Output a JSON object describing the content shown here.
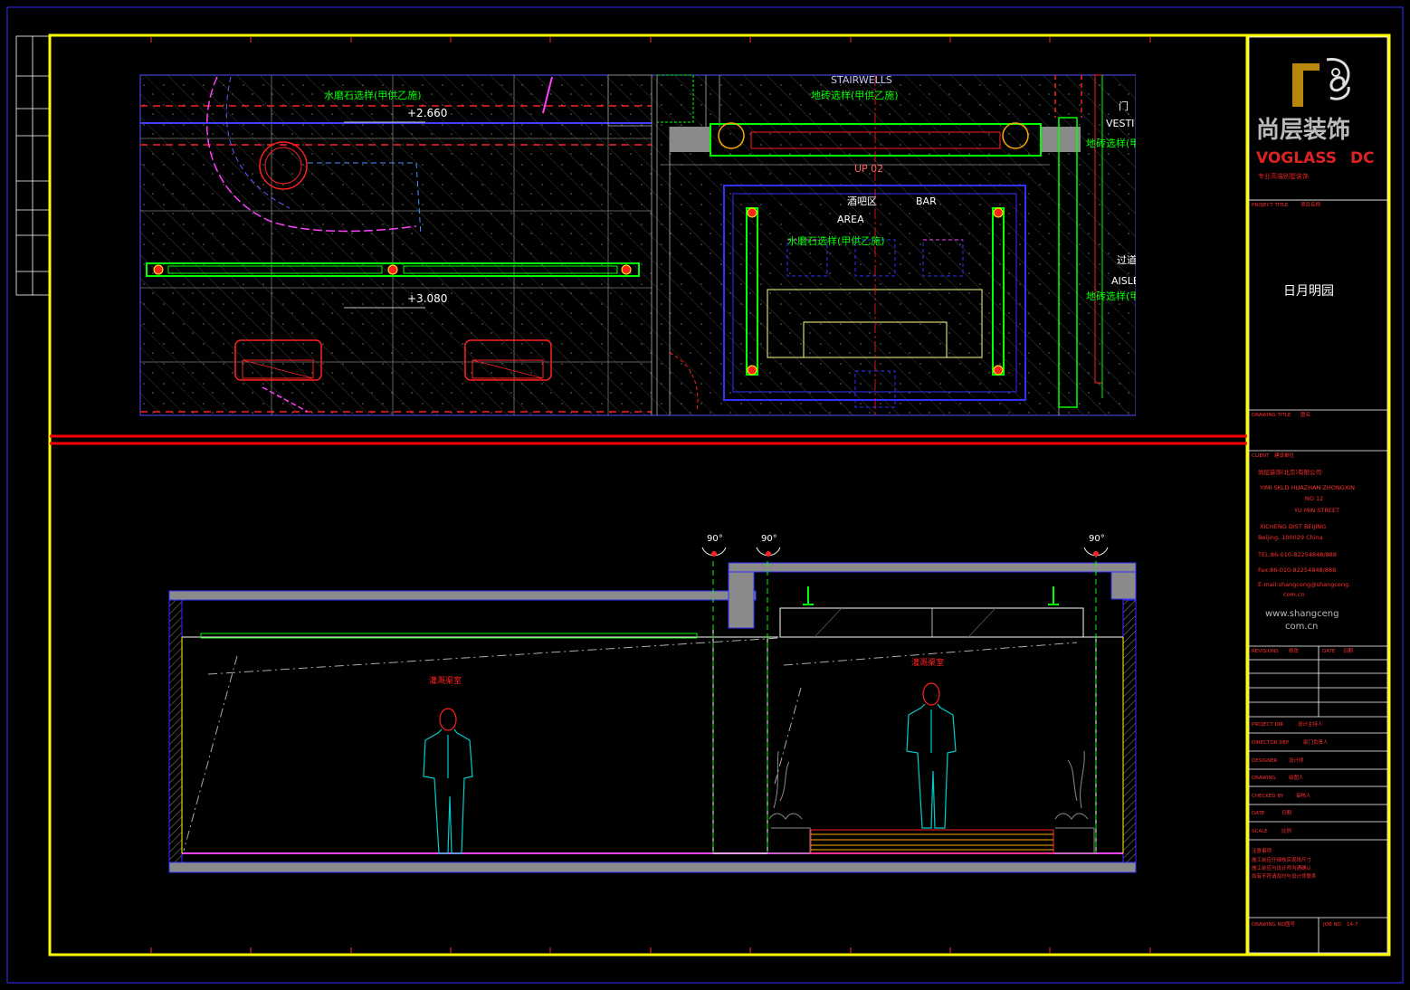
{
  "plan": {
    "stairwells": "STAIRWELLS",
    "stair_note": "地砖选样(甲供乙施)",
    "terrazzo_note_top": "水磨石选样(甲供乙施)",
    "level_1": "+2.660",
    "level_2": "+3.080",
    "up": "UP 02",
    "bar_cn": "酒吧区",
    "bar": "BAR",
    "area": "AREA",
    "terrazzo_note_bar": "水磨石选样(甲供乙施)",
    "vest_cn": "门",
    "vest": "VESTI",
    "vest_note": "地砖选样(甲",
    "aisle_cn": "过道",
    "aisle": "AISLE",
    "aisle_note": "地砖选样(甲供乙施"
  },
  "section": {
    "angles": [
      "90°",
      "90°",
      "90°"
    ],
    "label_1": "灌溉渠室",
    "label_2": "灌溉渠室"
  },
  "title_block": {
    "company_cn": "尚层装饰",
    "company_en": "VOGLASS",
    "company_dc": "DC",
    "slogan": "专业高端别墅装饰",
    "project_title_label": "PROJECT TITLE",
    "project_title_value": "项目名称",
    "project_name": "日月明园",
    "drawing_title_label": "DRAWING TITLE",
    "drawing_title_value": "图名",
    "client_label": "CLIENT",
    "client_value": "建设单位",
    "address": [
      "尚层装饰(北京)有限公司",
      "YIMI SKLD HUAZHAN ZHONGXIN",
      "NO 12",
      "YU MIN  STREET",
      "XICHENG  DIST BEIJING",
      "Beijing, 100029 China",
      "TEL:86-010-82254848/888",
      "Fax:86-010-82254848/888",
      "E-mail:shangceng@shangceng.",
      "com.cn"
    ],
    "website_1": "www.shangceng",
    "website_2": "com.cn",
    "revisions_label": "REVISIONS",
    "revisions_value": "修改",
    "date_label": "DATE",
    "date_value": "日期",
    "rows": [
      {
        "label": "PROJECT DIR",
        "value": "设计主持人"
      },
      {
        "label": "DIRECTOR DEP",
        "value": "部门负责人"
      },
      {
        "label": "DESIGNER",
        "value": "设计师"
      },
      {
        "label": "DRAWING",
        "value": "绘图人"
      },
      {
        "label": "CHECKED BY",
        "value": "审核人"
      },
      {
        "label": "DATE",
        "value": "日期"
      },
      {
        "label": "SCALE",
        "value": "比例"
      }
    ],
    "notes": [
      "注意事项",
      "施工前应仔细核实现场尺寸",
      "施工前应与设计师沟通确认",
      "如有不符请及时与设计师联系"
    ],
    "drawing_no_label": "DRAWING NO",
    "drawing_no_value": "图号",
    "job_no_label": "JOB NO",
    "job_no_value": "14-7"
  },
  "colors": {
    "frame": "#ffff00",
    "red": "#ff0000",
    "green": "#00ff00",
    "cyan": "#00ffff",
    "blue": "#0000ff",
    "magenta": "#ff00ff",
    "grey": "#8a8a8a"
  }
}
